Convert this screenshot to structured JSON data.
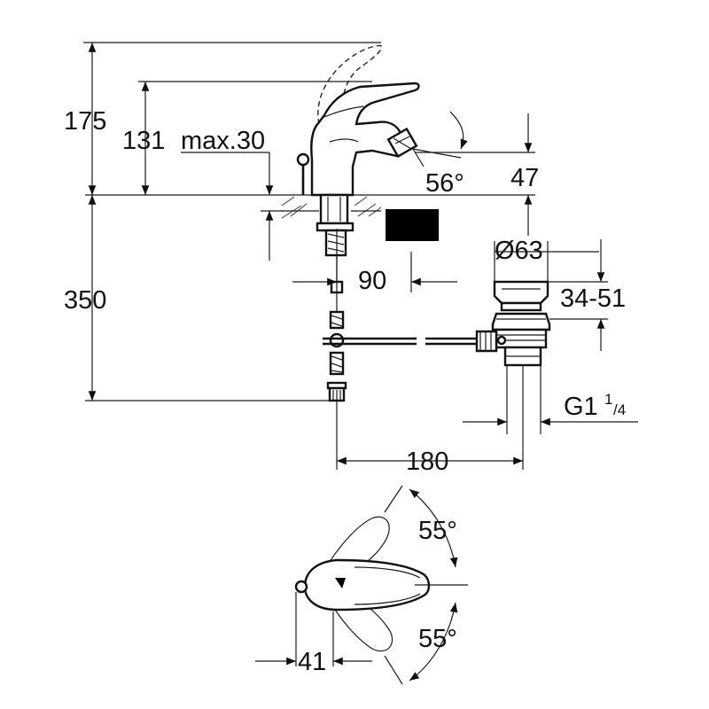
{
  "dimensions": {
    "total_height": "175",
    "spout_height": "131",
    "max_thickness": "max.30",
    "angle_spout": "56°",
    "outlet_height": "47",
    "projection": "90",
    "waste_diameter": "Ø63",
    "waste_range": "34-51",
    "below_deck": "350",
    "waste_thread_main": "G1",
    "waste_thread_sup": "1",
    "waste_thread_sub": "/4",
    "waste_distance": "180",
    "lever_angle_top": "55°",
    "lever_angle_bottom": "55°",
    "lever_offset": "41"
  },
  "colors": {
    "line": "#111111",
    "aerator": "#000000",
    "background": "#ffffff"
  }
}
